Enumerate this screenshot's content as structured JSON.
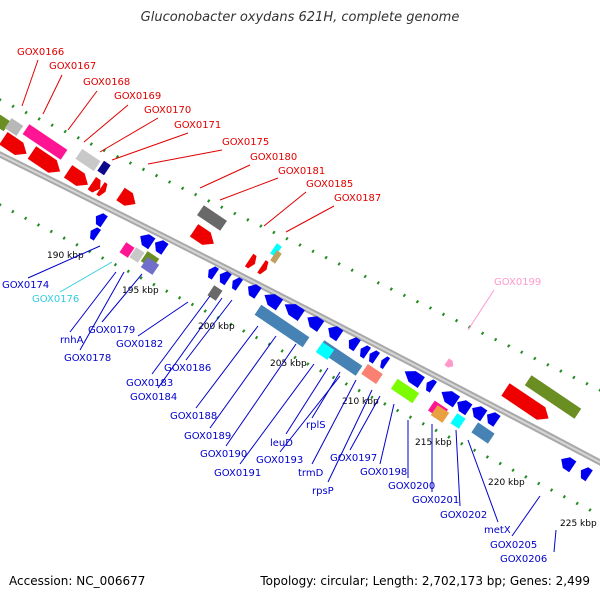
{
  "title": "Gluconobacter oxydans 621H, complete genome",
  "footer": {
    "accession": "Accession: NC_006677",
    "stats": "Topology: circular; Length: 2,702,173 bp; Genes: 2,499"
  },
  "colors": {
    "backbone": "#a9a9a9",
    "label_top": "#e00000",
    "label_bottom": "#0000cc",
    "label_cyan": "#33ccdd",
    "label_pink": "#ff99cc",
    "tick": "#228b22",
    "forward_cds": "#ee0000",
    "reverse_cds": "#0000ee",
    "cog_blue": "#4682b4",
    "cog_olive": "#6b8e23",
    "cog_magenta": "#ff1493",
    "cog_grey": "#696969",
    "cog_cyan": "#00ffff",
    "cog_lime": "#7cfc00",
    "cog_salmon": "#fa8072"
  },
  "scale_labels": [
    "190 kbp",
    "195 kbp",
    "200 kbp",
    "205 kbp",
    "210 kbp",
    "215 kbp",
    "220 kbp",
    "225 kbp"
  ],
  "labels_top": [
    "GOX0166",
    "GOX0167",
    "GOX0168",
    "GOX0169",
    "GOX0170",
    "GOX0171",
    "GOX0175",
    "GOX0180",
    "GOX0181",
    "GOX0185",
    "GOX0187"
  ],
  "labels_bottom": [
    "GOX0174",
    "GOX0176",
    "rnhA",
    "GOX0178",
    "GOX0179",
    "GOX0182",
    "GOX0183",
    "GOX0184",
    "GOX0186",
    "GOX0188",
    "GOX0189",
    "GOX0190",
    "GOX0191",
    "leuD",
    "GOX0193",
    "rplS",
    "trmD",
    "rpsP",
    "GOX0197",
    "GOX0198",
    "GOX0200",
    "GOX0201",
    "GOX0202",
    "metX",
    "GOX0205",
    "GOX0206"
  ],
  "label_right": "GOX0199"
}
